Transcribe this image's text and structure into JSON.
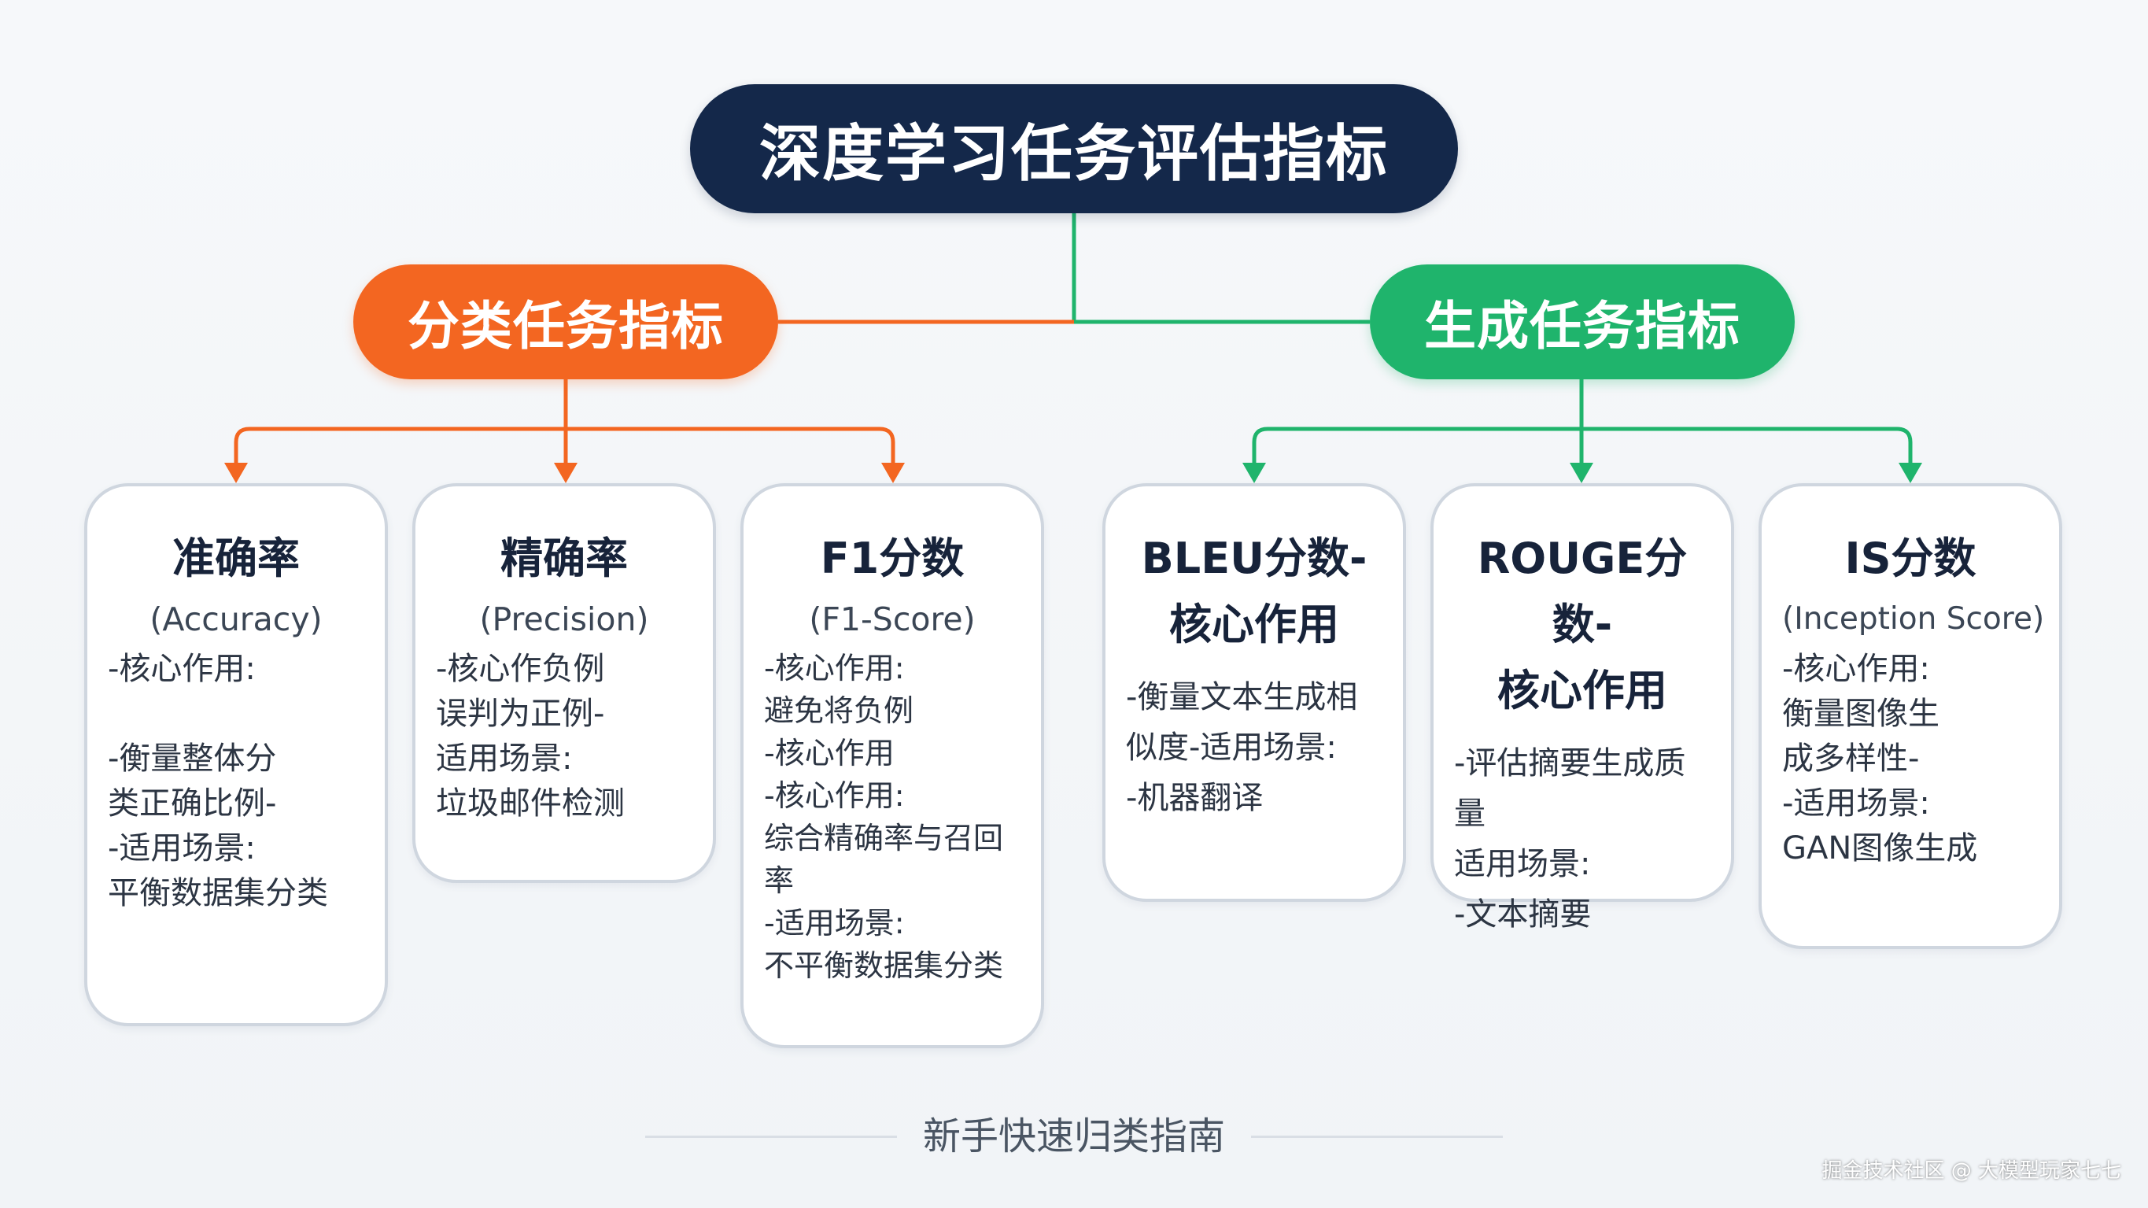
{
  "diagram": {
    "title": "深度学习任务评估指标",
    "colors": {
      "navy": "#14284a",
      "orange": "#f36621",
      "green": "#1fb46c",
      "card_border": "#cfd6df"
    },
    "categories": [
      {
        "label": "分类任务指标",
        "cards": [
          {
            "title": "准确率",
            "subtitle": "(Accuracy)",
            "body": "-核心作用:\n\n-衡量整体分\n 类正确比例-\n-适用场景:\n 平衡数据集分类"
          },
          {
            "title": "精确率",
            "subtitle": "(Precision)",
            "body": "-核心作负例\n 误判为正例-\n 适用场景:\n 垃圾邮件检测"
          },
          {
            "title": "F1分数",
            "subtitle": "(F1-Score)",
            "body": "-核心作用:\n 避免将负例\n-核心作用\n-核心作用:\n 综合精确率与召回率\n-适用场景:\n 不平衡数据集分类"
          }
        ]
      },
      {
        "label": "生成任务指标",
        "cards": [
          {
            "title": "BLEU分数-\n核心作用",
            "subtitle": "",
            "body": "-衡量文本生成相\n 似度-适用场景:\n-机器翻译"
          },
          {
            "title": "ROUGE分数-\n核心作用",
            "subtitle": "",
            "body": "-评估摘要生成质量\n 适用场景:\n-文本摘要"
          },
          {
            "title": "IS分数",
            "subtitle": "(Inception Score)",
            "body": "-核心作用:\n 衡量图像生\n 成多样性-\n-适用场景:\n GAN图像生成"
          }
        ]
      }
    ],
    "footer": "新手快速归类指南"
  },
  "watermark": "掘金技术社区 @ 大模型玩家七七"
}
